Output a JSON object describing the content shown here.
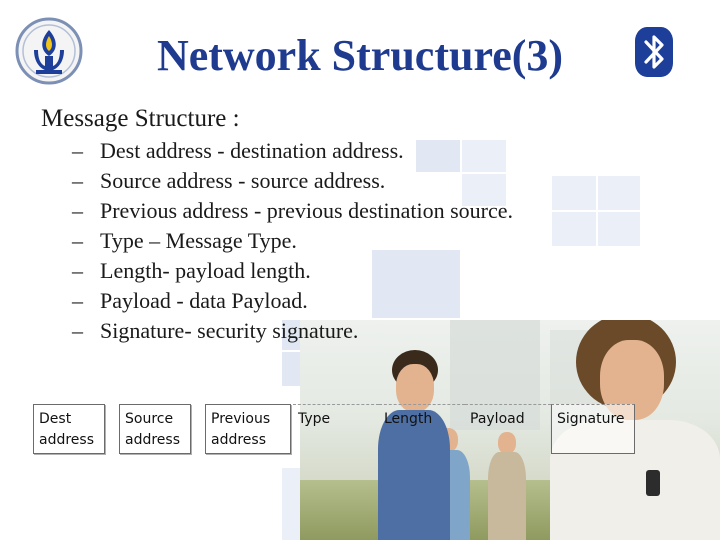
{
  "slide": {
    "title": "Network Structure(3)",
    "subtitle": "Message Structure :",
    "bullets": [
      {
        "dash": "–",
        "text": "Dest address - destination address."
      },
      {
        "dash": "–",
        "text": "Source address - source address."
      },
      {
        "dash": "–",
        "text": "Previous address -  previous destination source."
      },
      {
        "dash": "–",
        "text": "Type – Message Type."
      },
      {
        "dash": "–",
        "text": "Length- payload  length."
      },
      {
        "dash": "–",
        "text": "Payload - data Payload."
      },
      {
        "dash": "–",
        "text": "Signature- security signature."
      }
    ]
  },
  "message_fields": [
    {
      "label": "Dest address"
    },
    {
      "label": "Source address"
    },
    {
      "label": "Previous address"
    },
    {
      "label": "Type"
    },
    {
      "label": "Length"
    },
    {
      "label": "Payload"
    },
    {
      "label": "Signature"
    }
  ],
  "icons": {
    "logo": "institution-logo-icon",
    "bluetooth": "bluetooth-icon"
  },
  "colors": {
    "title": "#1e3b8f",
    "text": "#1a1a1a",
    "decor_squares": "#c9d6ea",
    "bluetooth": "#1d3f9a"
  }
}
